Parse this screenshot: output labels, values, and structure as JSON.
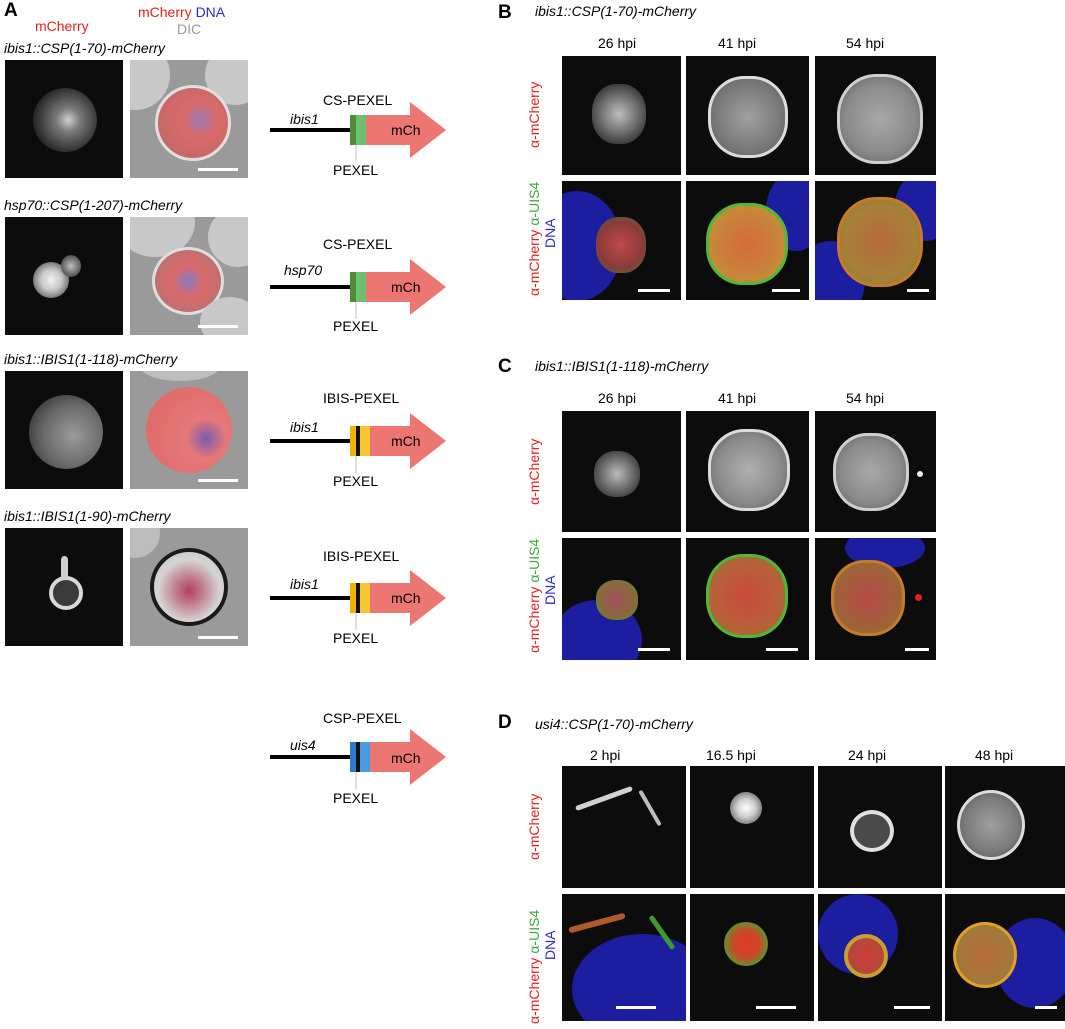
{
  "panel_A": {
    "letter": "A",
    "hdr_mcherry": "mCherry",
    "hdr_merge_mcherry": "mCherry",
    "hdr_merge_dna": "DNA",
    "hdr_merge_dic": "DIC",
    "rows": [
      {
        "title": "ibis1::CSP(1-70)-mCherry",
        "top_label": "CS-PEXEL",
        "promoter": "ibis1",
        "bottom_label": "PEXEL",
        "box": "mCh",
        "color1": "#4e8c3a",
        "color2": "#6cc070"
      },
      {
        "title": "hsp70::CSP(1-207)-mCherry",
        "top_label": "CS-PEXEL",
        "promoter": "hsp70",
        "bottom_label": "PEXEL",
        "box": "mCh",
        "color1": "#4e8c3a",
        "color2": "#6cc070"
      },
      {
        "title": "ibis1::IBIS1(1-118)-mCherry",
        "top_label": "IBIS-PEXEL",
        "promoter": "ibis1",
        "bottom_label": "PEXEL",
        "box": "mCh",
        "color1": "#f2b400",
        "color2": "#f6c730"
      },
      {
        "title": "ibis1::IBIS1(1-90)-mCherry",
        "top_label": "IBIS-PEXEL",
        "promoter": "ibis1",
        "bottom_label": "PEXEL",
        "box": "mCh",
        "color1": "#f2b400",
        "color2": "#f6c730"
      }
    ],
    "extra_construct": {
      "top_label": "CSP-PEXEL",
      "promoter": "uis4",
      "bottom_label": "PEXEL",
      "box": "mCh",
      "color1": "#2a7bd0",
      "color2": "#4a9be0"
    }
  },
  "panel_B": {
    "letter": "B",
    "title": "ibis1::CSP(1-70)-mCherry",
    "times": [
      "26 hpi",
      "41 hpi",
      "54 hpi"
    ]
  },
  "panel_C": {
    "letter": "C",
    "title": "ibis1::IBIS1(1-118)-mCherry",
    "times": [
      "26 hpi",
      "41 hpi",
      "54 hpi"
    ]
  },
  "panel_D": {
    "letter": "D",
    "title": "usi4::CSP(1-70)-mCherry",
    "times": [
      "2 hpi",
      "16.5 hpi",
      "24 hpi",
      "48 hpi"
    ]
  },
  "row_labels": {
    "top": "α-mCherry",
    "bottom_a": "α-mCherry",
    "bottom_b": "α-UIS4",
    "bottom_c": "DNA"
  },
  "colors": {
    "arrow": "#ec7672",
    "mcherry": "#e8201c",
    "uis4": "#3aa83a",
    "dna": "#2b2bd0",
    "dic": "#9a9a9a"
  }
}
